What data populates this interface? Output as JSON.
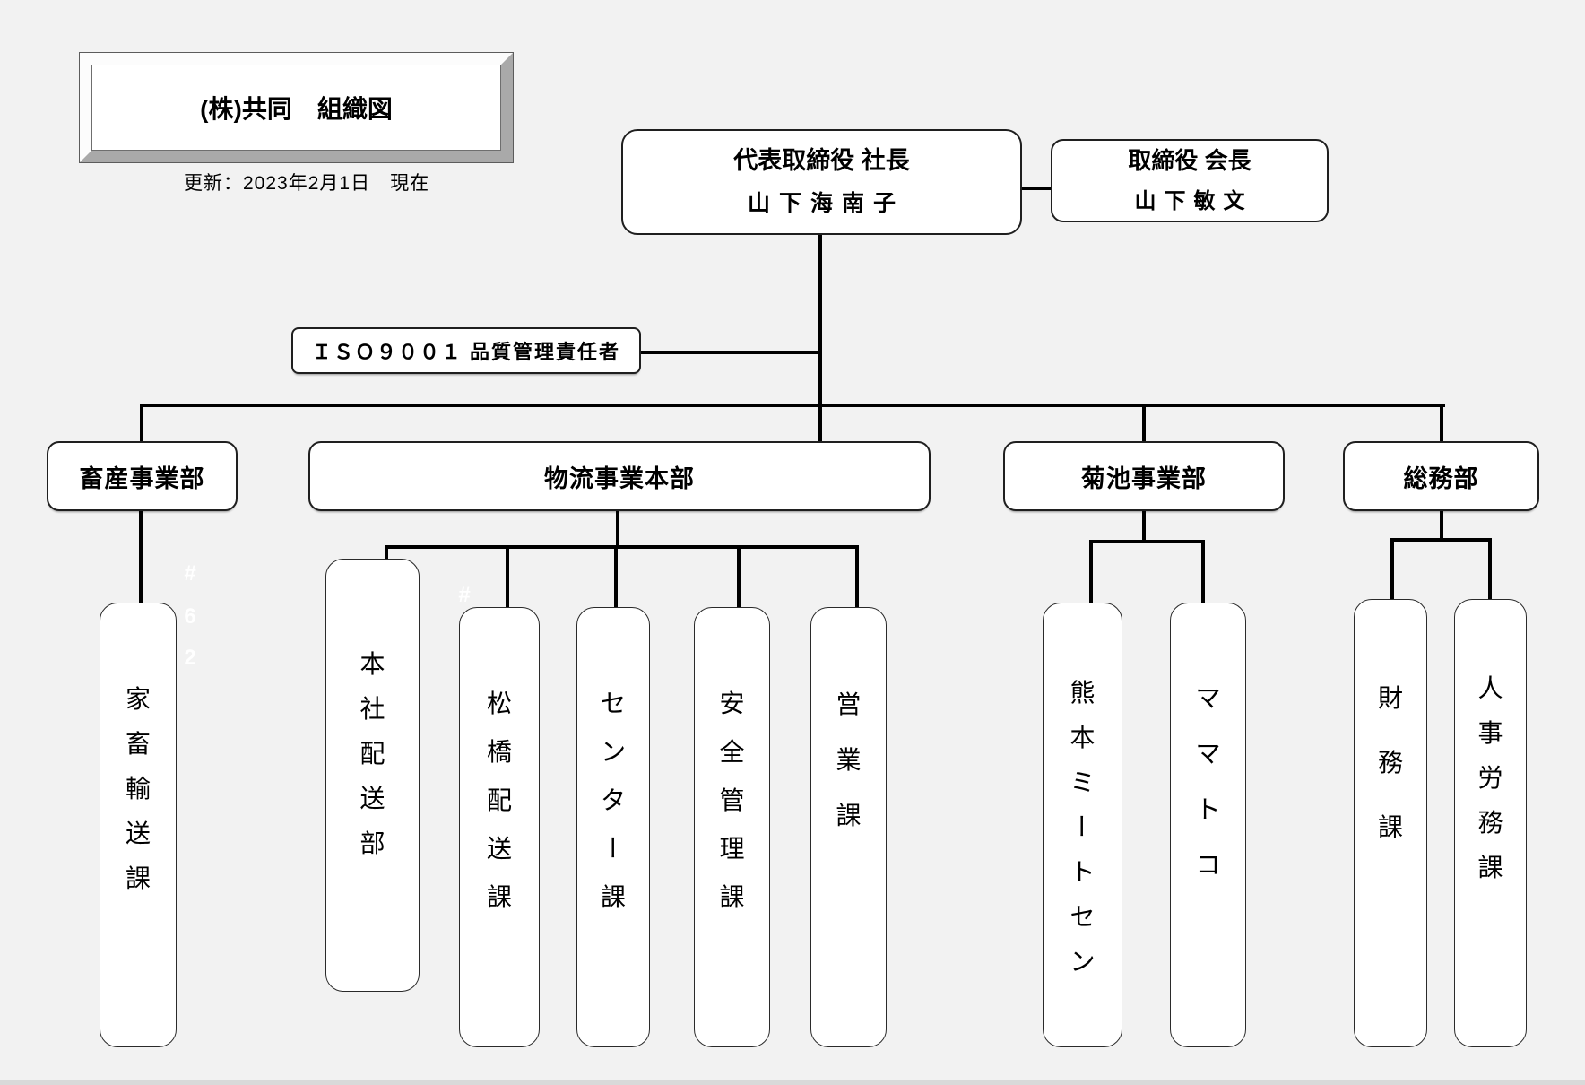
{
  "title_box": {
    "label": "(株)共同　組織図"
  },
  "updated": "更新：2023年2月1日　現在",
  "executives": {
    "president": {
      "title": "代表取締役 社長",
      "name": "山下海南子"
    },
    "chairman": {
      "title": "取締役 会長",
      "name": "山下敏文"
    }
  },
  "iso": {
    "label": "ＩＳＯ９００１ 品質管理責任者"
  },
  "departments": [
    {
      "label": "畜産事業部"
    },
    {
      "label": "物流事業本部"
    },
    {
      "label": "菊池事業部"
    },
    {
      "label": "総務部"
    }
  ],
  "sections": [
    {
      "label": "家畜輸送課"
    },
    {
      "label": "本社配送部"
    },
    {
      "label": "松橋配送課"
    },
    {
      "label": "センター課"
    },
    {
      "label": "安全管理課"
    },
    {
      "label": "営業課"
    },
    {
      "label": "熊本ミートセン"
    },
    {
      "label": "ママトコ"
    },
    {
      "label": "財務課"
    },
    {
      "label": "人事労務課"
    }
  ],
  "artifacts": [
    {
      "text": "#"
    },
    {
      "text": "6"
    },
    {
      "text": "2"
    },
    {
      "text": "#"
    }
  ],
  "colors": {
    "background": "#f2f2f2",
    "box_fill": "#ffffff",
    "box_border": "#1f1f1f",
    "connector": "#000000",
    "bevel_light": "#fcfcfc",
    "bevel_dark": "#a9a9a9"
  }
}
